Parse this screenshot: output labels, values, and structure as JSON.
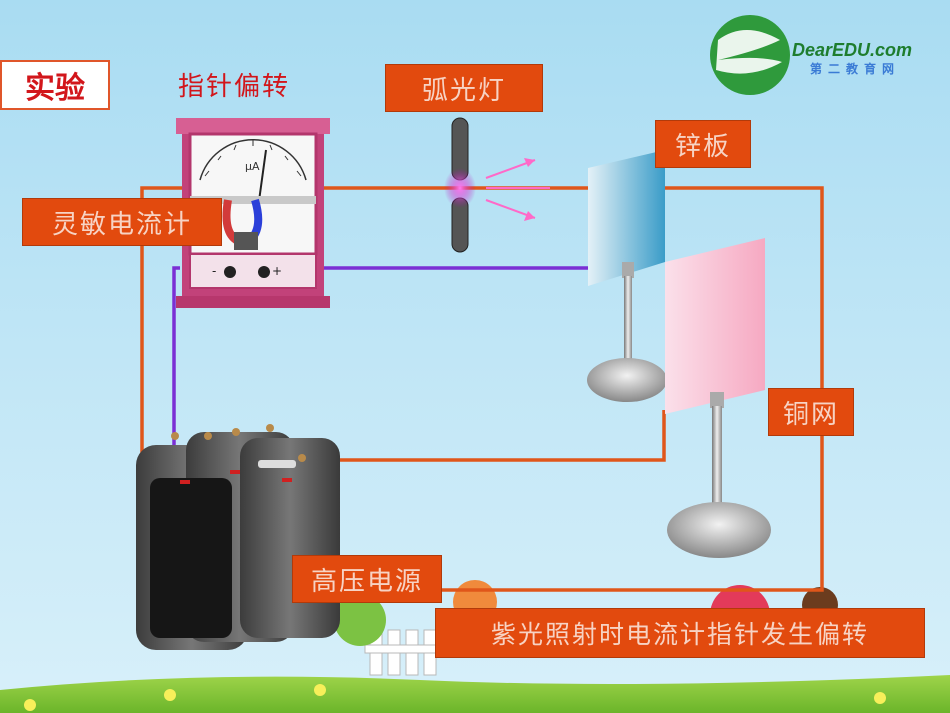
{
  "title": "实验",
  "needle_label": "指针偏转",
  "labels": {
    "galvanometer": "灵敏电流计",
    "arc_lamp": "弧光灯",
    "zinc_plate": "锌板",
    "copper_mesh": "铜网",
    "hv_source": "高压电源",
    "caption": "紫光照射时电流计指针发生偏转"
  },
  "meter_unit": "μA",
  "meter_terminals": [
    "-",
    "+"
  ],
  "logo": {
    "brand": "DearEDU.com",
    "subtitle": "第二教育网"
  },
  "colors": {
    "wire_orange": "#e0561a",
    "wire_purple": "#7b2fd4",
    "label_bg": "#e24a0e",
    "sky": "#bde6f6"
  }
}
